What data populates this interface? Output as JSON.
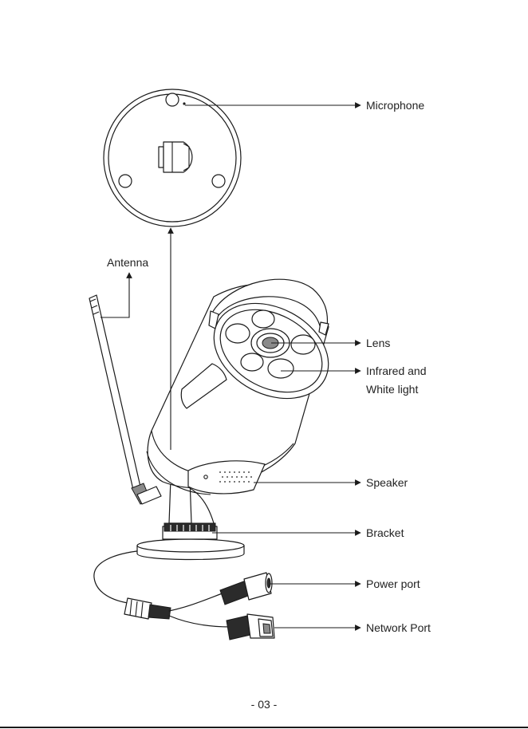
{
  "labels": {
    "microphone": "Microphone",
    "antenna": "Antenna",
    "lens": "Lens",
    "infrared_line1": "Infrared and",
    "infrared_line2": "White light",
    "speaker": "Speaker",
    "bracket": "Bracket",
    "power_port": "Power port",
    "network_port": "Network Port"
  },
  "page_number": "- 03 -"
}
